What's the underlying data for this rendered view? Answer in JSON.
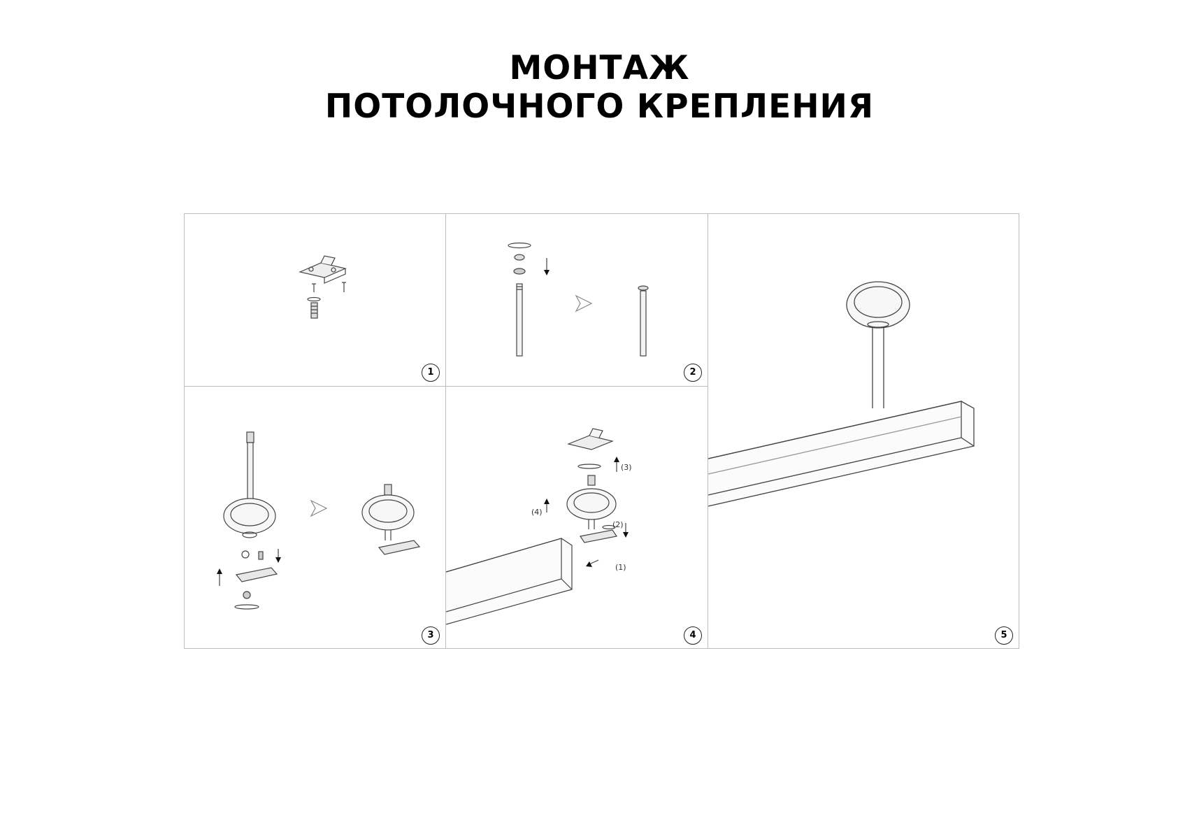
{
  "document": {
    "title_line1": "МОНТАЖ",
    "title_line2": "ПОТОЛОЧНОГО КРЕПЛЕНИЯ"
  },
  "steps": [
    {
      "number": "1"
    },
    {
      "number": "2"
    },
    {
      "number": "3"
    },
    {
      "number": "4",
      "labels": [
        "(3)",
        "(4)",
        "(2)",
        "(1)"
      ]
    },
    {
      "number": "5"
    }
  ]
}
